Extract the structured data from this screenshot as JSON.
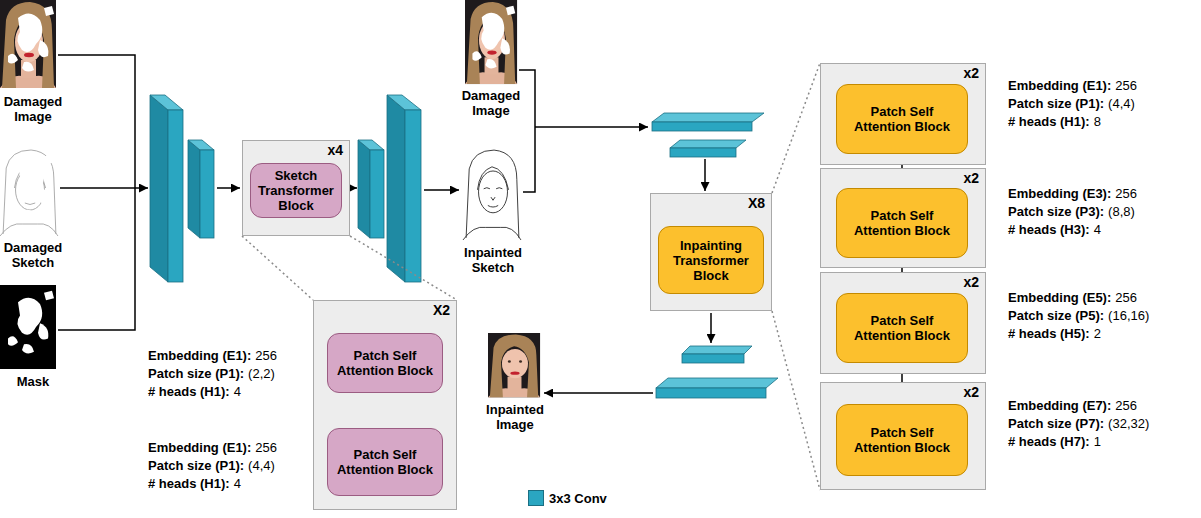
{
  "diagram": {
    "nodes": [
      {
        "text": [
          "x4"
        ]
      },
      {
        "text": [
          "Sketch Transformer Block"
        ],
        "in": 0
      },
      {
        "text": [
          "X2"
        ]
      },
      {
        "text": [
          "Patch Self Attention Block"
        ],
        "in": 2
      },
      {
        "text": [
          "Patch Self Attention Block"
        ],
        "in": 2
      },
      {
        "text": [
          "X8"
        ]
      },
      {
        "text": [
          "Inpainting Transformer Block"
        ],
        "in": 5
      },
      {
        "text": [
          "x2"
        ]
      },
      {
        "text": [
          "Patch Self Attention Block"
        ],
        "in": 7
      },
      {
        "text": [
          "x2"
        ]
      },
      {
        "text": [
          "Patch Self Attention Block"
        ],
        "in": 9
      },
      {
        "text": [
          "x2"
        ]
      },
      {
        "text": [
          "Patch Self Attention Block"
        ],
        "in": 11
      },
      {
        "text": [
          "x2"
        ]
      },
      {
        "text": [
          "Patch Self Attention Block"
        ],
        "in": 13
      }
    ],
    "edges": [
      {
        "from": 0,
        "to": 2,
        "arrow": "none"
      },
      {
        "from": 0,
        "to": 2,
        "arrow": "none"
      },
      {
        "from": 3,
        "to": 4,
        "arrow": "to"
      },
      {
        "from": 5,
        "to": 7,
        "arrow": "none"
      },
      {
        "from": 5,
        "to": 13,
        "arrow": "none"
      },
      {
        "from": 8,
        "to": 10,
        "arrow": "to"
      },
      {
        "from": 10,
        "to": 12,
        "arrow": "to"
      },
      {
        "from": 12,
        "to": 14,
        "arrow": "to"
      }
    ],
    "labels": [
      "Damaged Image",
      "Damaged Sketch",
      "Mask",
      "Damaged Image",
      "Inpainted Sketch",
      "Inpainted Image",
      "Embedding (E1):",
      "256",
      "Patch size (P1):",
      "(2,2)",
      "# heads (H1):",
      "4",
      "Embedding (E1):",
      "256",
      "Patch size (P1):",
      "(4,4)",
      "# heads (H1):",
      "4",
      "Embedding (E1):",
      "256",
      "Patch size (P1):",
      "(4,4)",
      "# heads (H1):",
      "8",
      "Embedding (E3):",
      "256",
      "Patch size (P3):",
      "(8,8)",
      "# heads (H3):",
      "4",
      "Embedding (E5):",
      "256",
      "Patch size (P5):",
      "(16,16)",
      "# heads (H5):",
      "2",
      "Embedding (E7):",
      "256",
      "Patch size (P7):",
      "(32,32)",
      "# heads (H7):",
      "1"
    ],
    "legend": [
      {
        "text": "3x3 Conv",
        "color": "#2aa6c1"
      }
    ]
  }
}
